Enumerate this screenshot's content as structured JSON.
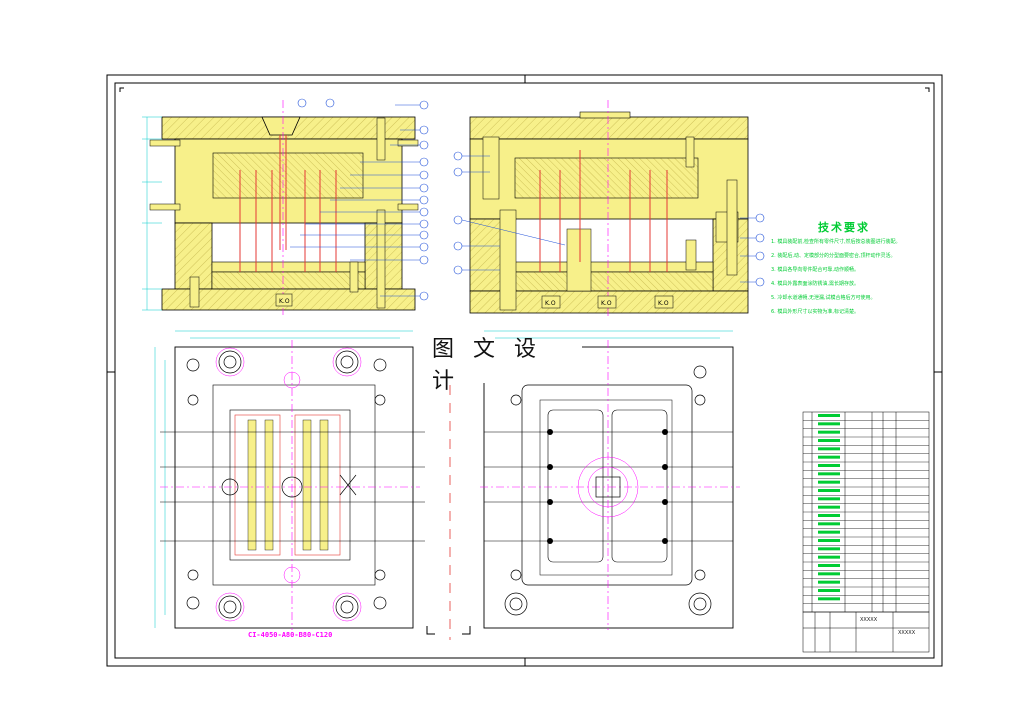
{
  "watermark": "图 文 设 计",
  "technical_requirements": {
    "title": "技术要求",
    "lines": [
      "1. 模具装配前,检查所有零件尺寸,然后按总装图进行装配。",
      "2. 装配后,动、定模部分的分型面要密合,顶杆动作灵活。",
      "3. 模具各导向零件配合可靠,动作顺畅。",
      "4. 模具外露表面涂防锈油,需长期存放。",
      "5. 冷却水道通畅,无泄漏,试模合格后方可使用。",
      "6. 模具外形尺寸以实物为准,标记清楚。"
    ]
  },
  "mold_base_code": "CI-4050-A80-B80-C120",
  "top_left_view": {
    "labels": [
      "K.O"
    ]
  },
  "top_right_view": {
    "labels": [
      "K.O",
      "K.O",
      "K.O"
    ]
  },
  "title_block": {
    "name": "XXXXX",
    "drawing_no": "XXXXX"
  },
  "colors": {
    "plate_fill": "#f7f08a",
    "outline": "#000000",
    "dimension": "#00cccc",
    "centerline": "#ff00ff",
    "hidden_red": "#e53935",
    "balloon": "#1e4fd8",
    "text_green": "#00cc33"
  }
}
